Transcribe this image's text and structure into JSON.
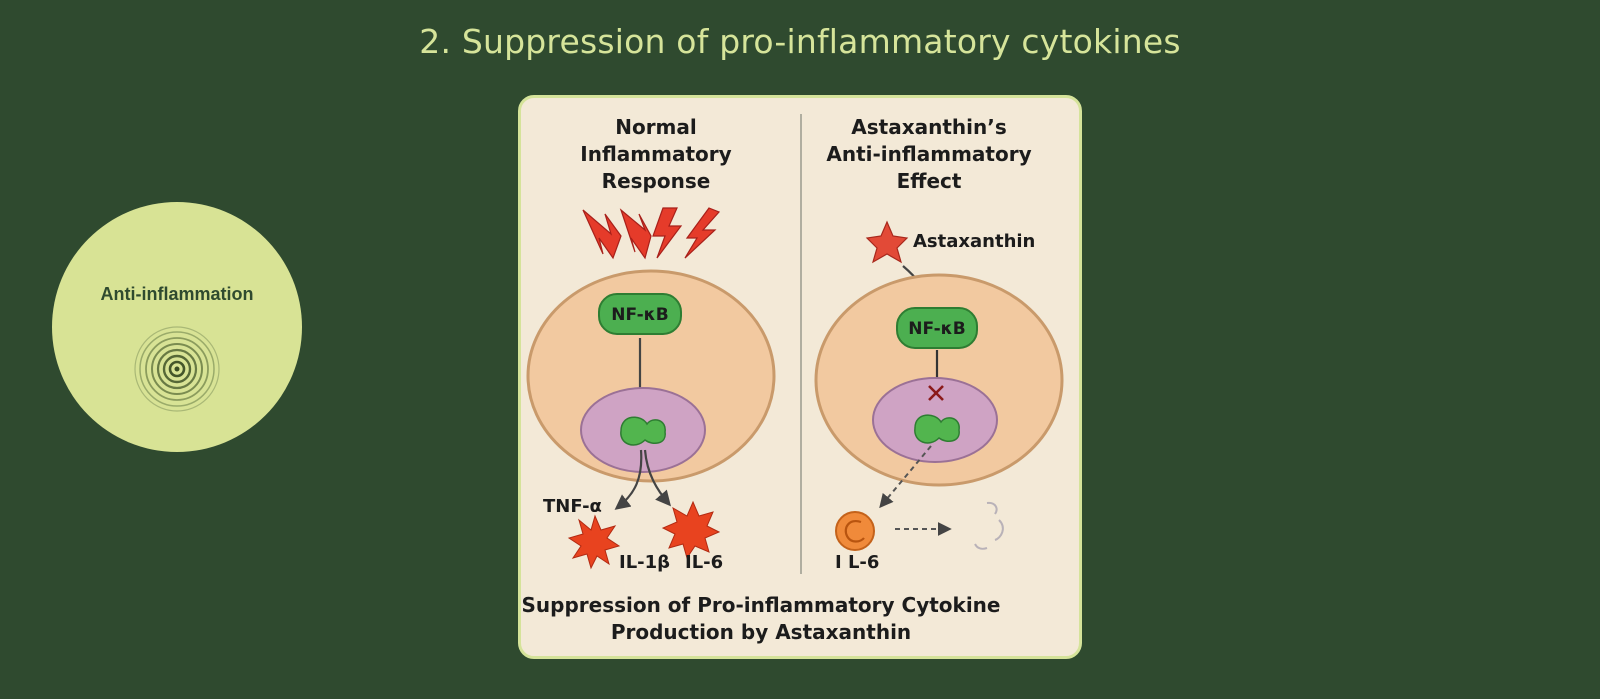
{
  "slide": {
    "title": "2. Suppression of pro-inflammatory cytokines"
  },
  "topic": {
    "label": "Anti-inflammation",
    "icon": "concentric-circles-icon"
  },
  "figure": {
    "left_panel": {
      "heading_lines": [
        "Normal",
        "Inflammatory",
        "Response"
      ],
      "nfkb_label": "NF-κB",
      "cytokines": [
        "TNF-α",
        "IL-1β",
        "IL-6"
      ]
    },
    "right_panel": {
      "heading_lines": [
        "Astaxanthin’s",
        "Anti-inflammatory",
        "Effect"
      ],
      "astaxanthin_label": "Astaxanthin",
      "nfkb_label": "NF-κB",
      "cytokine_label": "I L-6"
    },
    "caption_lines": [
      "Suppression of Pro-inflammatory Cytokine",
      "Production by Astaxanthin"
    ]
  },
  "colors": {
    "background": "#2f4a2f",
    "title": "#d6e49a",
    "topic_circle": "#d8e395",
    "card": "#f3e9d7",
    "card_border": "#d5e39a",
    "cell_fill": "#f2c9a0",
    "cell_stroke": "#c99a6b",
    "nucleus_fill": "#cfa3c4",
    "nucleus_stroke": "#9b7196",
    "nfkb_fill": "#4caf50",
    "nfkb_stroke": "#2e7d32",
    "lightning": "#e53b2a",
    "cytokine_burst": "#e8431f",
    "il6_suppressed": "#f08a3a"
  }
}
